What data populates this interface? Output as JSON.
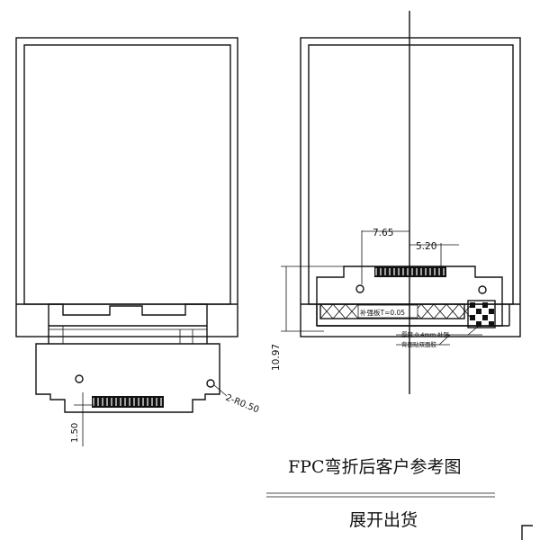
{
  "drawing": {
    "left_view": {
      "dim_radius": "2-R0.50",
      "dim_offset": "1.50"
    },
    "right_view": {
      "dim_a": "7.65",
      "dim_b": "5.20",
      "dim_height": "10.97",
      "stiffener_label": "补强板T=0.05",
      "note_thickness": "厚度 0.4mm 补强",
      "note_coverlay": "背面贴双面胶"
    },
    "captions": {
      "title": "FPC弯折后客户参考图",
      "subtitle": "展开出货"
    }
  }
}
